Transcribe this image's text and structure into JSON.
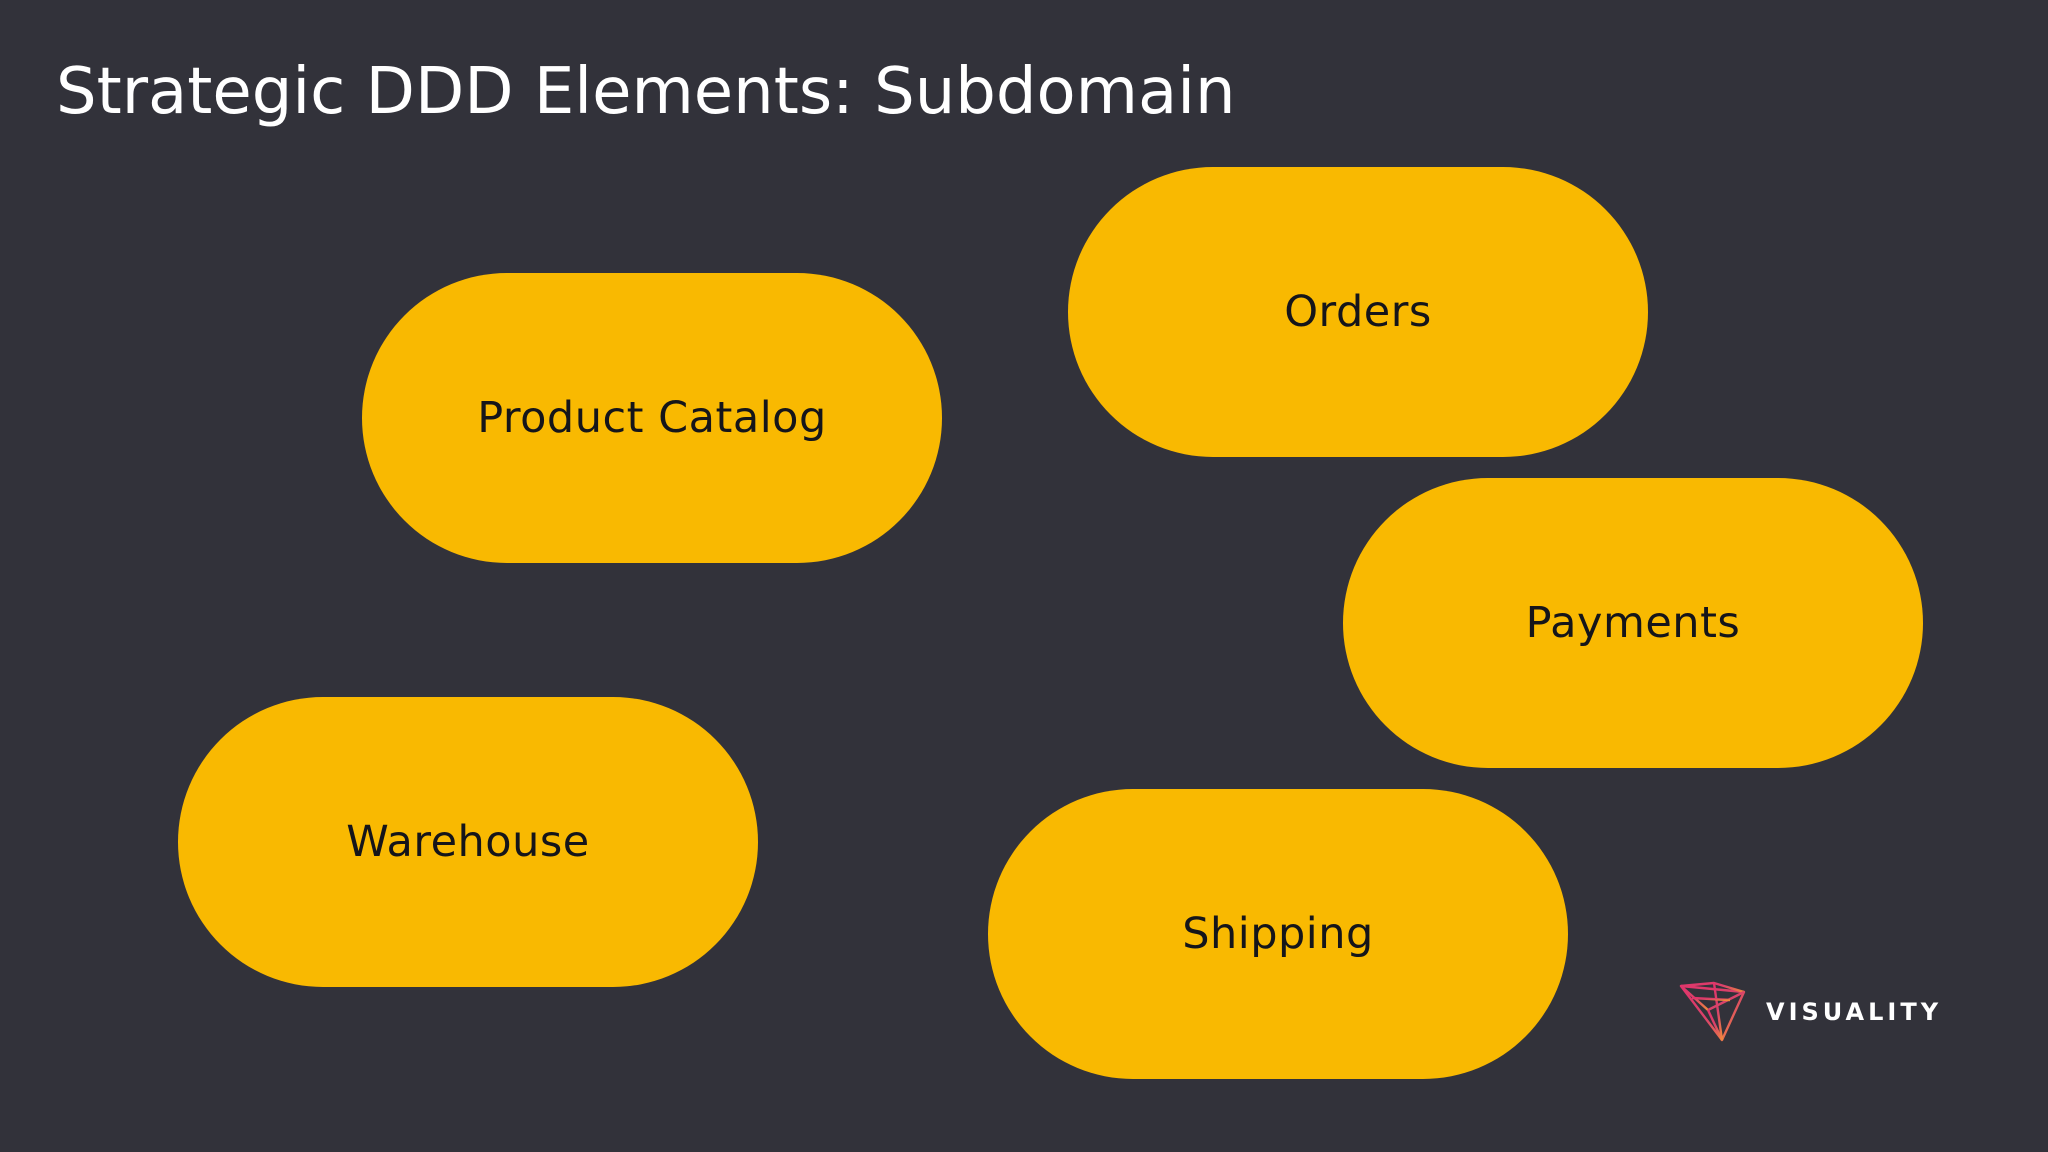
{
  "slide": {
    "title": "Strategic DDD Elements: Subdomain",
    "background_color": "#32323a",
    "accent_color": "#f9b901"
  },
  "subdomains": [
    {
      "label": "Product Catalog"
    },
    {
      "label": "Orders"
    },
    {
      "label": "Payments"
    },
    {
      "label": "Warehouse"
    },
    {
      "label": "Shipping"
    }
  ],
  "logo": {
    "text": "VISUALITY",
    "icon": "visuality-logo-icon"
  }
}
